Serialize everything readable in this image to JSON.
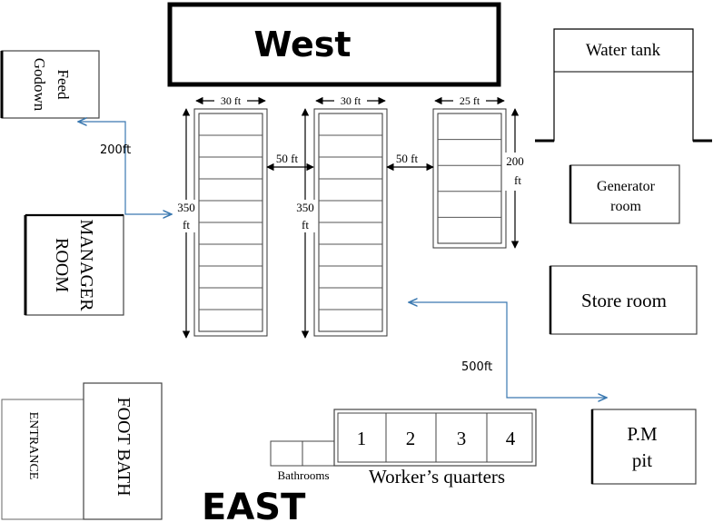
{
  "headings": {
    "west": "West",
    "east": "EAST"
  },
  "buildings": {
    "feed_godown": [
      "Feed",
      "Godown"
    ],
    "manager_room": [
      "MANAGER",
      "ROOM"
    ],
    "entrance": "ENTRANCE",
    "foot_bath": "FOOT BATH",
    "water_tank": "Water tank",
    "generator_room": [
      "Generator",
      "room"
    ],
    "store_room": "Store room",
    "pm_pit": [
      "P.M",
      "pit"
    ],
    "bathrooms": "Bathrooms",
    "workers_quarters": "Worker’s quarters",
    "quarter_numbers": [
      "1",
      "2",
      "3",
      "4"
    ]
  },
  "sheds": {
    "shed1": {
      "width_label": "30 ft",
      "length_label": [
        "350",
        "ft"
      ],
      "pens": 10
    },
    "shed2": {
      "width_label": "30 ft",
      "length_label": [
        "350",
        "ft"
      ],
      "pens": 10
    },
    "shed3": {
      "width_label": "25 ft",
      "length_label": [
        "200",
        "ft"
      ],
      "pens": 5
    }
  },
  "distances": {
    "gap_1_2": "50 ft",
    "gap_2_3": "50 ft",
    "feed_to_manager": "200ft",
    "shed_to_pm": "500ft"
  }
}
